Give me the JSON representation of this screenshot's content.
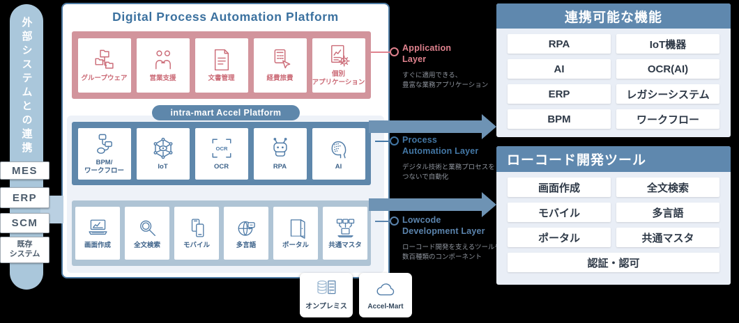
{
  "colors": {
    "background": "#000000",
    "band_pink": "#d2949c",
    "text_pink": "#cb6b77",
    "band_blue": "#5e87ab",
    "band_lowcode": "#afc4d5",
    "inner_panel": "#eef2f8",
    "panel_body": "#e9eef6",
    "header_blue": "#5f88ae",
    "arrow_blue": "#6e93b4",
    "title_blue": "#3b719f",
    "card_label_blue": "#3e638a",
    "icon_blue": "#4f7ba7",
    "desc_gray": "#8f959e",
    "sidebar_blue": "#aac7db",
    "item_text": "#2e3947",
    "panel_border": "#4e7ba3"
  },
  "left_sidebar": {
    "vertical_label": "外部システムとの連携",
    "systems": [
      "MES",
      "ERP",
      "SCM",
      "既存\nシステム"
    ]
  },
  "platform": {
    "title": "Digital Process Automation Platform",
    "accel_platform_badge": "intra-mart Accel Platform",
    "application_layer": {
      "cards": [
        {
          "icon": "groupware",
          "label": "グループウェア"
        },
        {
          "icon": "sales-support",
          "label": "営業支援"
        },
        {
          "icon": "document-management",
          "label": "文書管理"
        },
        {
          "icon": "expense",
          "label": "経費旅費"
        },
        {
          "icon": "custom-app",
          "label": "個別\nアプリケーション"
        }
      ]
    },
    "process_layer": {
      "cards": [
        {
          "icon": "bpm-workflow",
          "label": "BPM/\nワークフロー"
        },
        {
          "icon": "iot",
          "label": "IoT"
        },
        {
          "icon": "ocr",
          "label": "OCR"
        },
        {
          "icon": "rpa",
          "label": "RPA"
        },
        {
          "icon": "ai",
          "label": "AI"
        }
      ]
    },
    "lowcode_layer": {
      "cards": [
        {
          "icon": "screen-create",
          "label": "画面作成"
        },
        {
          "icon": "fulltext-search",
          "label": "全文検索"
        },
        {
          "icon": "mobile",
          "label": "モバイル"
        },
        {
          "icon": "multilang",
          "label": "多言語"
        },
        {
          "icon": "portal",
          "label": "ポータル"
        },
        {
          "icon": "common-master",
          "label": "共通マスタ"
        }
      ]
    }
  },
  "layer_annotations": [
    {
      "title": "Application\nLayer",
      "description": "すぐに適用できる、\n豊富な業務アプリケーション",
      "color": "#e0828e"
    },
    {
      "title": "Process\nAutomation Layer",
      "description": "デジタル技術と業務プロセスを\nつないで自動化",
      "color": "#4377a5"
    },
    {
      "title": "Lowcode\nDevelopment Layer",
      "description": "ローコード開発を支えるツールや\n数百種類のコンポーネント",
      "color": "#5b84ad"
    }
  ],
  "bottom_cards": [
    {
      "icon": "onpremise",
      "label": "オンプレミス"
    },
    {
      "icon": "cloud",
      "label": "Accel-Mart"
    }
  ],
  "right_panels": [
    {
      "title": "連携可能な機能",
      "title_align": "center",
      "items": [
        [
          "RPA",
          "IoT機器"
        ],
        [
          "AI",
          "OCR(AI)"
        ],
        [
          "ERP",
          "レガシーシステム"
        ],
        [
          "BPM",
          "ワークフロー"
        ]
      ]
    },
    {
      "title": "ローコード開発ツール",
      "title_align": "left",
      "items": [
        [
          "画面作成",
          "全文検索"
        ],
        [
          "モバイル",
          "多言語"
        ],
        [
          "ポータル",
          "共通マスタ"
        ],
        [
          "認証・認可"
        ]
      ]
    }
  ]
}
